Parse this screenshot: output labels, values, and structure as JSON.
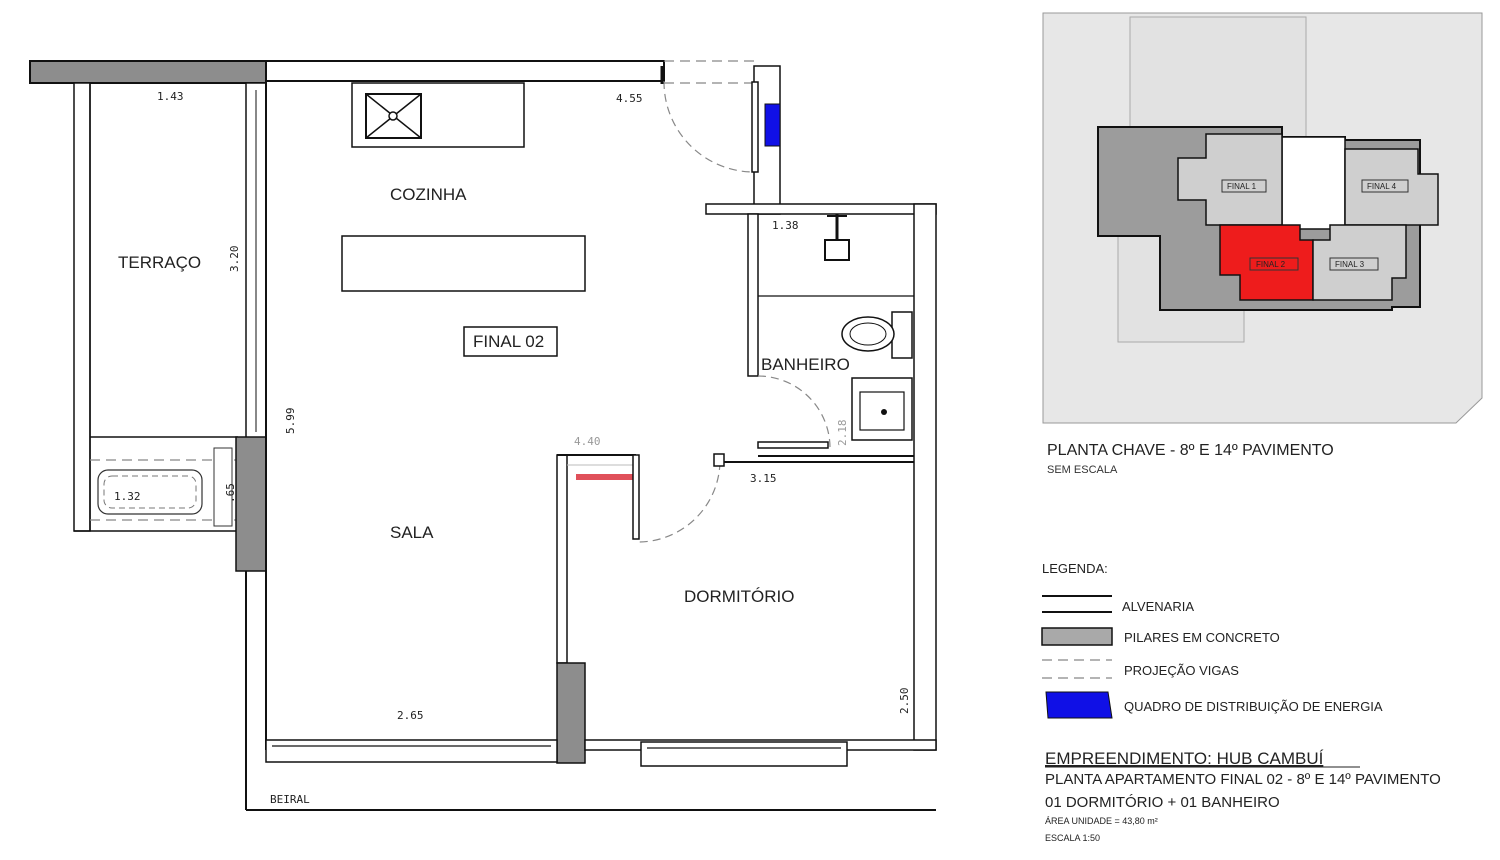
{
  "floorplan": {
    "rooms": {
      "terraco": "TERRAÇO",
      "cozinha": "COZINHA",
      "sala": "SALA",
      "banheiro": "BANHEIRO",
      "dormitorio": "DORMITÓRIO",
      "unit_tag": "FINAL 02",
      "beiral": "BEIRAL"
    },
    "dimensions": {
      "terraco_width": "1.43",
      "terraco_height": "3.20",
      "kitchen_width": "4.55",
      "bath_width": "1.38",
      "sala_depth": "5.99",
      "sala_width": "2.65",
      "terrace_lower": "1.32",
      "terrace_lower_h": ".65",
      "dorm_top": "4.40",
      "bath_door": "2.18",
      "dorm_width": "3.15",
      "dorm_height": "2.50"
    }
  },
  "key_plan": {
    "title": "PLANTA CHAVE - 8º E 14º PAVIMENTO",
    "subtitle": "SEM ESCALA",
    "units": [
      {
        "label": "FINAL 1"
      },
      {
        "label": "FINAL 4"
      },
      {
        "label": "FINAL 2"
      },
      {
        "label": "FINAL 3"
      }
    ],
    "highlight_color": "#ee1c1c"
  },
  "legend": {
    "title": "LEGENDA:",
    "items": [
      {
        "label": "ALVENARIA"
      },
      {
        "label": "PILARES EM CONCRETO",
        "color": "#a9a9a9"
      },
      {
        "label": "PROJEÇÃO VIGAS"
      },
      {
        "label": "QUADRO DE DISTRIBUIÇÃO DE ENERGIA",
        "color": "#1010e6"
      }
    ]
  },
  "info": {
    "title": "EMPREENDIMENTO: HUB CAMBUÍ",
    "line1": "PLANTA APARTAMENTO FINAL 02 - 8º E 14º PAVIMENTO",
    "line2": "01 DORMITÓRIO + 01 BANHEIRO",
    "area": "ÁREA UNIDADE = 43,80 m²",
    "scale": "ESCALA 1:50"
  }
}
